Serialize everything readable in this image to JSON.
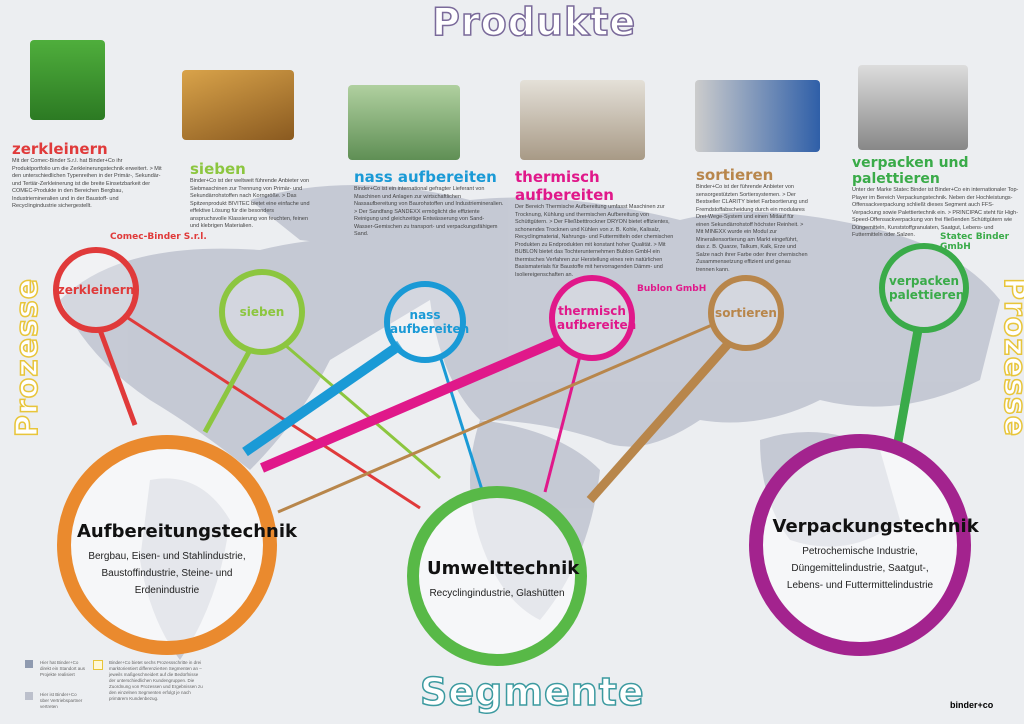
{
  "header": {
    "title": "Produkte"
  },
  "side": {
    "left": "Prozesse",
    "right": "Prozesse"
  },
  "footer": {
    "title": "Segmente",
    "logo": "binder+co"
  },
  "colors": {
    "zerkleinern": "#e03a3a",
    "sieben": "#8cc63f",
    "nass": "#1a9ad6",
    "thermisch": "#e0188a",
    "sortieren": "#b8864b",
    "verpacken": "#3aab49",
    "aufbereitung": "#ea8a2e",
    "umwelt": "#58b947",
    "verpackung": "#a3238e"
  },
  "products": [
    {
      "title": "zerkleinern",
      "text": "Mit der Comec-Binder S.r.l. hat Binder+Co ihr Produktportfolio um die Zerkleinerungstechnik erweitert. > Mit den unterschiedlichen Typenreihen in der Primär-, Sekundär- und Tertiär-Zerkleinerung ist die breite Einsetzbarkeit der COMEC-Produkte in den Bereichen Bergbau, Industriemineralien und in der Baustoff- und Recyclingindustrie sichergestellt."
    },
    {
      "title": "sieben",
      "text": "Binder+Co ist der weltweit führende Anbieter von Siebmaschinen zur Trennung von Primär- und Sekundärrohstoffen nach Korngröße. > Das Spitzenprodukt BIVITEC bietet eine einfache und effektive Lösung für die besonders anspruchsvolle Klassierung von feuchten, feinen und klebrigen Materialien."
    },
    {
      "title": "nass aufbereiten",
      "text": "Binder+Co ist ein international gefragter Lieferant von Maschinen und Anlagen zur wirtschaftlichen Nassaufbereitung von Baurohstoffen und Industriemineralien. > Der Sandfang SANDEXX ermöglicht die effiziente Reinigung und gleichzeitige Entwässerung von Sand-Wasser-Gemischen zu transport- und verpackungsfähigem Sand."
    },
    {
      "title": "thermisch aufbereiten",
      "text": "Der Bereich Thermische Aufbereitung umfasst Maschinen zur Trocknung, Kühlung und thermischen Aufbereitung von Schüttgütern. > Der Fließbetttrockner DRYON bietet effizientes, schonendes Trocknen und Kühlen von z. B. Kohle, Kalisalz, Recyclingmaterial, Nahrungs- und Futtermitteln oder chemischen Produkten zu Endprodukten mit konstant hoher Qualität. > Mit BUBLON bietet das Tochterunternehmen Bublon GmbH ein thermisches Verfahren zur Herstellung eines rein natürlichen Basismaterials für Baustoffe mit hervorragenden Dämm- und Isoliereigenschaften an."
    },
    {
      "title": "sortieren",
      "text": "Binder+Co ist der führende Anbieter von sensorgestützten Sortiersystemen. > Der Bestseller CLARITY bietet Farbsortierung und Fremdstoffabscheidung durch ein modulares Drei-Wege-System und einen Mitlauf für einen Sekundärrohstoff höchster Reinheit. > Mit MINEXX wurde ein Modul zur Mineraliensortierung am Markt eingeführt, das z. B. Quarze, Talkum, Kalk, Erze und Salze nach ihrer Farbe oder ihrer chemischen Zusammensetzung effizient und genau trennen kann."
    },
    {
      "title": "verpacken und palettieren",
      "text": "Unter der Marke Statec Binder ist Binder+Co ein internationaler Top-Player im Bereich Verpackungstechnik. Neben der Hochleistungs-Offensackverpackung schließt dieses Segment auch FFS-Verpackung sowie Palettiertechnik ein. > PRINCIPAC steht für High-Speed-Offensackverpackung von frei fließenden Schüttgütern wie Düngemitteln, Kunststoffgranulaten, Saatgut, Lebens- und Futtermitteln oder Salzen."
    }
  ],
  "companies": {
    "comec": "Comec-Binder S.r.l.",
    "bublon": "Bublon GmbH",
    "statec": "Statec Binder GmbH"
  },
  "processes": [
    "zerkleinern",
    "sieben",
    "nass aufbereiten",
    "thermisch aufbereiten",
    "sortieren",
    "verpacken palettieren"
  ],
  "segments": [
    {
      "title": "Aufbereitungstechnik",
      "text": "Bergbau, Eisen- und Stahlindustrie, Baustoffindustrie, Steine- und Erdenindustrie"
    },
    {
      "title": "Umwelttechnik",
      "text": "Recyclingindustrie, Glashütten"
    },
    {
      "title": "Verpackungstechnik",
      "text": "Petrochemische Industrie, Düngemittelindustrie, Saatgut-, Lebens- und Futtermittelindustrie"
    }
  ],
  "legend": [
    "Hier hat Binder+Co direkt ein Standort aus Projekte realisiert",
    "Hier ist Binder+Co über Vertriebspartner vertreten",
    "Binder+Co bietet sechs Prozessschritte in drei marktorientiert differenzierten Segmenten an – jeweils maßgeschneidert auf die Bedürfnisse der unterschiedlichen Kundengruppen. Die Zuordnung von Prozessen und Ergebnissen zu den einzelnen Segmenten erfolgt je nach primärem Kundenbezug."
  ]
}
